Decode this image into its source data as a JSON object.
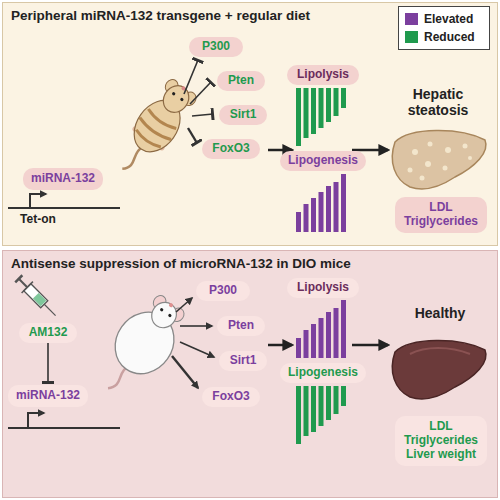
{
  "diagram": {
    "nodes": [
      {
        "text": [
          "Peripheral miRNA-132 transgene + regular diet"
        ]
      },
      {
        "text": [
          "P300"
        ],
        "in": 0
      },
      {
        "text": [
          "Pten"
        ],
        "in": 0
      },
      {
        "text": [
          "Sirt1"
        ],
        "in": 0
      },
      {
        "text": [
          "FoxO3"
        ],
        "in": 0
      },
      {
        "text": [
          "Lipolysis"
        ],
        "in": 0
      },
      {
        "text": [
          "Lipogenesis"
        ],
        "in": 0
      },
      {
        "text": [
          "miRNA-132"
        ],
        "in": 0
      },
      {
        "text": [
          "LDL Triglycerides"
        ],
        "in": 0
      },
      {
        "text": [
          "Antisense suppression of microRNA-132 in DIO mice"
        ]
      },
      {
        "text": [
          "AM132"
        ],
        "in": 9
      },
      {
        "text": [
          "miRNA-132"
        ],
        "in": 9
      },
      {
        "text": [
          "P300"
        ],
        "in": 9
      },
      {
        "text": [
          "Pten"
        ],
        "in": 9
      },
      {
        "text": [
          "Sirt1"
        ],
        "in": 9
      },
      {
        "text": [
          "FoxO3"
        ],
        "in": 9
      },
      {
        "text": [
          "Lipolysis"
        ],
        "in": 9
      },
      {
        "text": [
          "Lipogenesis"
        ],
        "in": 9
      },
      {
        "text": [
          "LDL Triglycerides Liver weight"
        ],
        "in": 9
      }
    ],
    "edges": [
      {
        "from": 10,
        "to": 11,
        "arrow": "to"
      }
    ],
    "labels": [
      "Tet-on",
      "Hepatic steatosis",
      "Healthy"
    ],
    "legend": [
      {
        "text": "Elevated",
        "color": "#7b3f9e"
      },
      {
        "text": "Reduced",
        "color": "#1f9a4e"
      }
    ]
  }
}
